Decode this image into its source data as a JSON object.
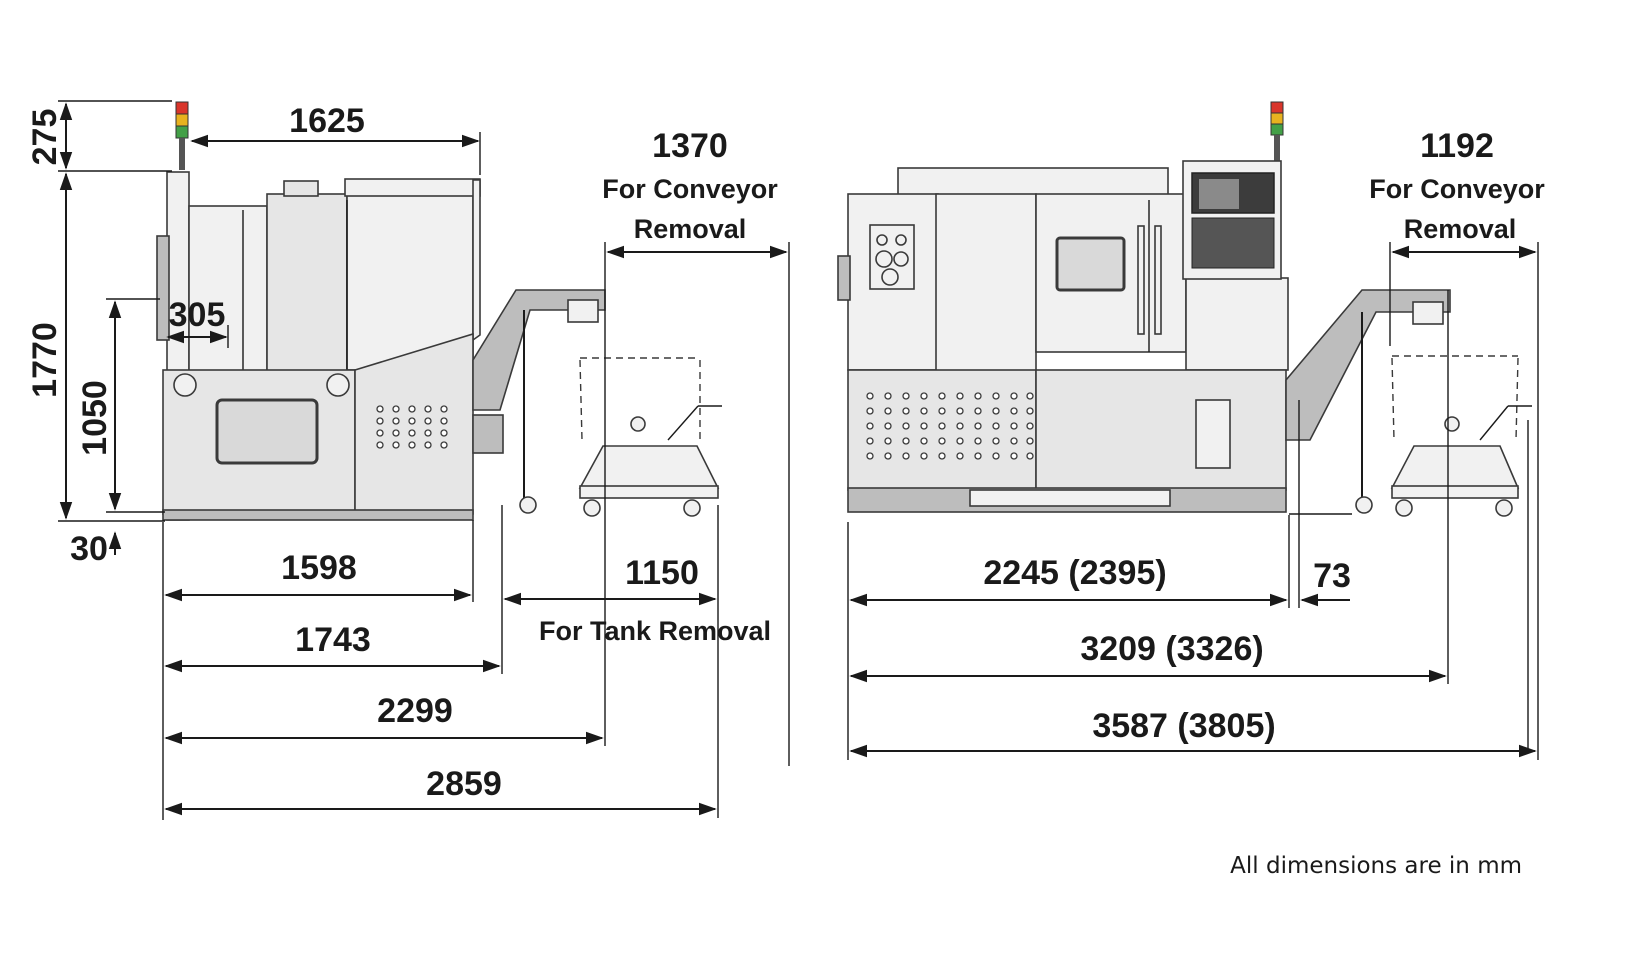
{
  "left_view": {
    "overall_height_top": "275",
    "width_top": "1625",
    "overall_height": "1770",
    "height_1050": "1050",
    "width_305": "305",
    "bottom_clearance": "30",
    "width_1598": "1598",
    "width_1743": "1743",
    "width_2299": "2299",
    "width_2859": "2859",
    "tank_removal_value": "1150",
    "tank_removal_label": "For Tank Removal",
    "conveyor_removal_value": "1370",
    "conveyor_removal_line1": "For Conveyor",
    "conveyor_removal_line2": "Removal"
  },
  "right_view": {
    "width_2245": "2245 (2395)",
    "gap_73": "73",
    "width_3209": "3209 (3326)",
    "width_3587": "3587 (3805)",
    "conveyor_removal_value": "1192",
    "conveyor_removal_line1": "For Conveyor",
    "conveyor_removal_line2": "Removal"
  },
  "footer": {
    "units_note": "All dimensions are in mm"
  }
}
